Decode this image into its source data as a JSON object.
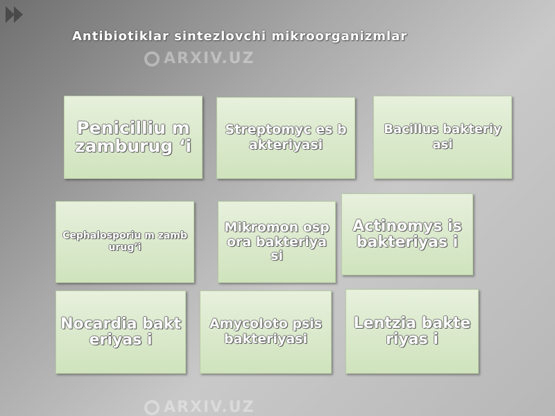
{
  "slide": {
    "title": "Antibiotiklar sintezlovchi mikroorganizmlar",
    "watermark": "ARXIV.UZ"
  },
  "boxes": [
    {
      "id": "penicillium",
      "text": "Penicilliu m zamburug ‘i"
    },
    {
      "id": "streptomyces",
      "text": "Streptomyc es bakteriyasi"
    },
    {
      "id": "bacillus",
      "text": "Bacillus bakteriyasi"
    },
    {
      "id": "cephalosporium",
      "text": "Cephalosporiu m zamburug’i"
    },
    {
      "id": "mikromonospora",
      "text": "Mikromon ospora bakteriya si"
    },
    {
      "id": "actinomyces",
      "text": "Actinomys is bakteriyas i"
    },
    {
      "id": "nocardia",
      "text": "Nocardia bakteriyas i"
    },
    {
      "id": "amycolotopsis",
      "text": "Amycoloto psis bakteriyasi"
    },
    {
      "id": "lentzia",
      "text": "Lentzia bakteriyas i"
    }
  ]
}
